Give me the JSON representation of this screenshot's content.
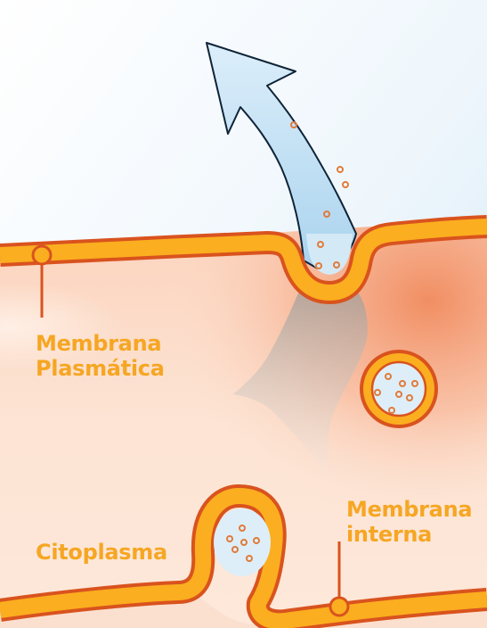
{
  "labels": {
    "plasma_membrane_line1": "Membrana",
    "plasma_membrane_line2": "Plasmática",
    "cytoplasm": "Citoplasma",
    "inner_membrane_line1": "Membrana",
    "inner_membrane_line2": "interna"
  },
  "colors": {
    "label_text": "#f6a623",
    "membrane_fill": "#fbae1f",
    "membrane_outline": "#d9531e",
    "marker_stem": "#d9531e",
    "vesicle_interior": "#ddeef8",
    "vesicle_particles": "#e07b3a",
    "exterior_top": "#d7ebf7",
    "cytoplasm_base": "#fde2cf",
    "cytoplasm_accent": "#f08a5d",
    "arrow_fill": "#bfe0f3",
    "arrow_outline": "#0f2438",
    "fusion_path_fill": "#c9c6c2"
  },
  "icons": {
    "outgoing_arrow": "exocytosis-arrow-icon",
    "membrane_marker": "membrane-marker-icon",
    "particle": "particle-icon"
  }
}
